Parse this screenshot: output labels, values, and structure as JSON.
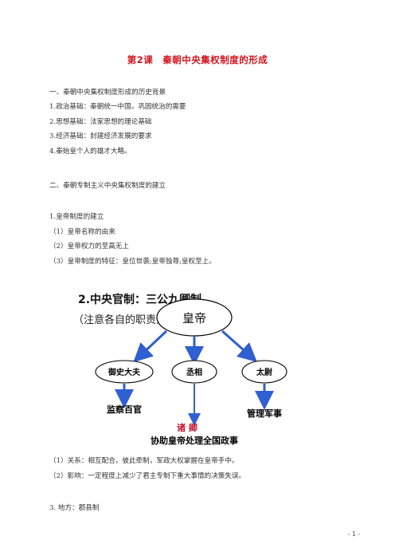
{
  "title": "第2课　秦朝中央集权制度的形成",
  "lines": [
    "一、秦朝中央集权制度形成的历史背景",
    "1.政治基础：秦朝统一中国，巩固统治的需要",
    "2.思想基础：法家思想的理论基础",
    "3.经济基础：封建经济发展的要求",
    "4.秦始皇个人的雄才大略。",
    "二、秦朝专制主义中央集权制度的建立",
    "1.皇帝制度的建立",
    "（1）皇帝名称的由来",
    "（2）皇帝权力的至高无上",
    "（3）皇帝制度的特征：皇位世袭;皇帝独尊;皇权至上。",
    "（1）关系：相互配合，彼此牵制，军政大权掌握在皇帝手中。",
    "（2）影响：一定程度上减少了君主专制下重大事情的决策失误。",
    "3. 地方：郡县制"
  ],
  "diagram": {
    "heading": "2.中央官制：三公九卿制",
    "note": "（注意各自的职责）",
    "emperor": "皇帝",
    "officials": [
      "御史大夫",
      "丞相",
      "太尉"
    ],
    "duties": [
      "监察百官",
      "管理军事"
    ],
    "ministers": "诸 卿",
    "assist": "协助皇帝处理全国政事",
    "colors": {
      "arrow": "#2f5fd1",
      "ministers": "#c8102e",
      "outline": "#000000"
    }
  },
  "page_number": "- 1 -"
}
